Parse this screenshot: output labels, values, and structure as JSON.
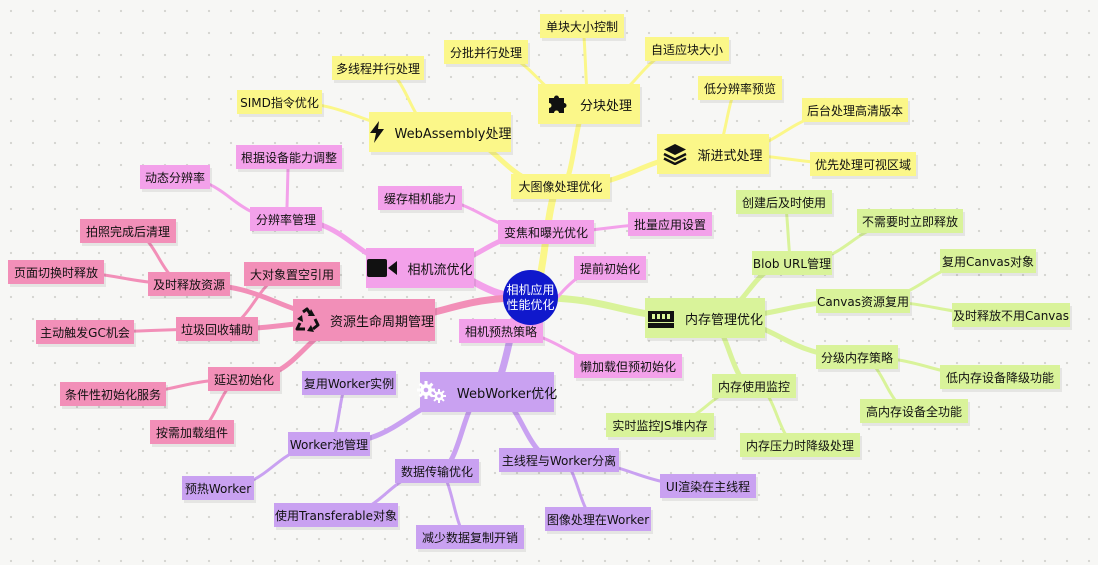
{
  "root": {
    "line1": "相机应用",
    "line2": "性能优化"
  },
  "colors": {
    "yellow": "#fbf789",
    "green": "#d9f39a",
    "pink": "#f3a1ea",
    "rose": "#f28fb8",
    "violet": "#c9a1f1",
    "root": "#1018cc"
  },
  "large_image": {
    "label": "大图像处理优化",
    "wasm": {
      "label": "WebAssembly处理",
      "icon": "lightning-icon",
      "children": [
        "SIMD指令优化",
        "多线程并行处理"
      ]
    },
    "chunk": {
      "label": "分块处理",
      "icon": "puzzle-icon",
      "children": [
        "分批并行处理",
        "单块大小控制",
        "自适应块大小"
      ]
    },
    "progressive": {
      "label": "渐进式处理",
      "icon": "layers-icon",
      "children": [
        "低分辨率预览",
        "后台处理高清版本",
        "优先处理可视区域"
      ]
    }
  },
  "camera_stream": {
    "label": "相机流优化",
    "icon": "video-camera-icon",
    "resolution": {
      "label": "分辨率管理",
      "children": [
        "动态分辨率",
        "根据设备能力调整"
      ]
    },
    "zoom": {
      "label": "变焦和曝光优化",
      "children": [
        "缓存相机能力",
        "批量应用设置"
      ]
    }
  },
  "memory": {
    "label": "内存管理优化",
    "icon": "memory-chip-icon",
    "blob": {
      "label": "Blob URL管理",
      "children": [
        "创建后及时使用",
        "不需要时立即释放"
      ]
    },
    "canvas": {
      "label": "Canvas资源复用",
      "children": [
        "复用Canvas对象",
        "及时释放不用Canvas"
      ]
    },
    "tiered": {
      "label": "分级内存策略",
      "children": [
        "低内存设备降级功能",
        "高内存设备全功能"
      ]
    },
    "monitor": {
      "label": "内存使用监控",
      "children": [
        "实时监控JS堆内存",
        "内存压力时降级处理"
      ]
    }
  },
  "lifecycle": {
    "label": "资源生命周期管理",
    "icon": "recycle-icon",
    "release": {
      "label": "及时释放资源",
      "children": [
        "拍照完成后清理",
        "页面切换时释放"
      ]
    },
    "gc": {
      "label": "垃圾回收辅助",
      "children": [
        "大对象置空引用",
        "主动触发GC机会"
      ]
    },
    "lazy": {
      "label": "延迟初始化",
      "children": [
        "条件性初始化服务",
        "按需加载组件"
      ]
    }
  },
  "warmup": {
    "label": "相机预热策略",
    "children": [
      "提前初始化",
      "懒加载但预初始化"
    ]
  },
  "worker": {
    "label": "WebWorker优化",
    "icon": "gears-icon",
    "pool": {
      "label": "Worker池管理",
      "children": [
        "复用Worker实例",
        "预热Worker"
      ]
    },
    "transfer": {
      "label": "数据传输优化",
      "children": [
        "使用Transferable对象",
        "减少数据复制开销"
      ]
    },
    "split": {
      "label": "主线程与Worker分离",
      "children": [
        "UI渲染在主线程",
        "图像处理在Worker"
      ]
    }
  }
}
